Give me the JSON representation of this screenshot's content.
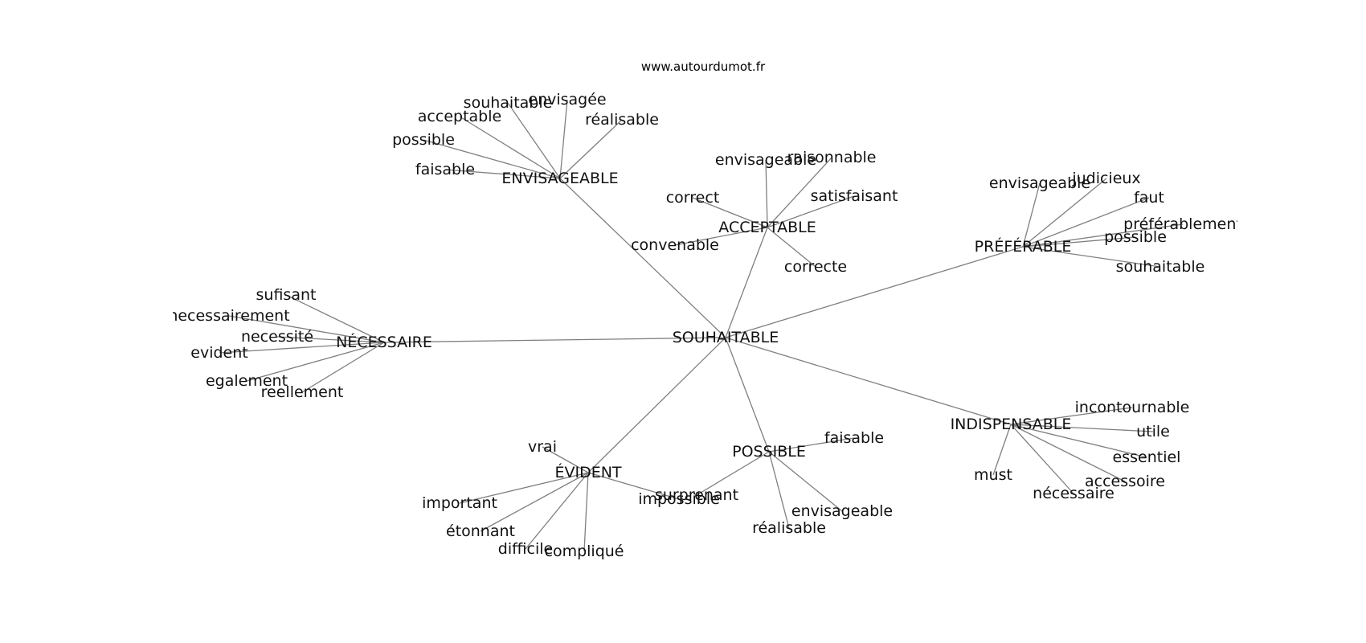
{
  "credit": "www.autourdumot.fr",
  "diagram": {
    "type": "word-association-graph",
    "nodes": [
      {
        "id": "souhaitable",
        "label": "SOUHAITABLE"
      },
      {
        "id": "envisageable_hub",
        "label": "ENVISAGEABLE"
      },
      {
        "id": "acceptable_hub",
        "label": "ACCEPTABLE"
      },
      {
        "id": "preferable_hub",
        "label": "PRÉFÉRABLE"
      },
      {
        "id": "necessaire_hub",
        "label": "NÉCESSAIRE"
      },
      {
        "id": "indispensable_hub",
        "label": "INDISPENSABLE"
      },
      {
        "id": "possible_hub",
        "label": "POSSIBLE"
      },
      {
        "id": "evident_hub",
        "label": "ÉVIDENT"
      },
      {
        "id": "env_souhaitable",
        "label": "souhaitable"
      },
      {
        "id": "env_envisagee",
        "label": "envisagée"
      },
      {
        "id": "env_acceptable",
        "label": "acceptable"
      },
      {
        "id": "env_realisable",
        "label": "réalisable"
      },
      {
        "id": "env_possible",
        "label": "possible"
      },
      {
        "id": "env_faisable",
        "label": "faisable"
      },
      {
        "id": "acc_envisageable",
        "label": "envisageable"
      },
      {
        "id": "acc_raisonnable",
        "label": "raisonnable"
      },
      {
        "id": "acc_correct",
        "label": "correct"
      },
      {
        "id": "acc_satisfaisant",
        "label": "satisfaisant"
      },
      {
        "id": "acc_convenable",
        "label": "convenable"
      },
      {
        "id": "acc_correcte",
        "label": "correcte"
      },
      {
        "id": "pre_envisageable",
        "label": "envisageable"
      },
      {
        "id": "pre_judicieux",
        "label": "judicieux"
      },
      {
        "id": "pre_faut",
        "label": "faut"
      },
      {
        "id": "pre_preferablement",
        "label": "préférablement"
      },
      {
        "id": "pre_possible",
        "label": "possible"
      },
      {
        "id": "pre_souhaitable",
        "label": "souhaitable"
      },
      {
        "id": "nec_sufisant",
        "label": "sufisant"
      },
      {
        "id": "nec_necessairement",
        "label": "necessairement"
      },
      {
        "id": "nec_necessite",
        "label": "necessité"
      },
      {
        "id": "nec_evident",
        "label": "evident"
      },
      {
        "id": "nec_egalement",
        "label": "egalement"
      },
      {
        "id": "nec_reellement",
        "label": "reellement"
      },
      {
        "id": "ind_incontournable",
        "label": "incontournable"
      },
      {
        "id": "ind_utile",
        "label": "utile"
      },
      {
        "id": "ind_essentiel",
        "label": "essentiel"
      },
      {
        "id": "ind_must",
        "label": "must"
      },
      {
        "id": "ind_accessoire",
        "label": "accessoire"
      },
      {
        "id": "ind_necessaire",
        "label": "nécessaire"
      },
      {
        "id": "pos_faisable",
        "label": "faisable"
      },
      {
        "id": "pos_surprenant",
        "label": "surprenant"
      },
      {
        "id": "pos_envisageable",
        "label": "envisageable"
      },
      {
        "id": "pos_realisable",
        "label": "réalisable"
      },
      {
        "id": "evi_vrai",
        "label": "vrai"
      },
      {
        "id": "evi_important",
        "label": "important"
      },
      {
        "id": "evi_impossible",
        "label": "impossible"
      },
      {
        "id": "evi_etonnant",
        "label": "étonnant"
      },
      {
        "id": "evi_difficile",
        "label": "difficile"
      },
      {
        "id": "evi_complique",
        "label": "compliqué"
      }
    ],
    "edges": [
      [
        "souhaitable",
        "envisageable_hub"
      ],
      [
        "souhaitable",
        "acceptable_hub"
      ],
      [
        "souhaitable",
        "preferable_hub"
      ],
      [
        "souhaitable",
        "necessaire_hub"
      ],
      [
        "souhaitable",
        "indispensable_hub"
      ],
      [
        "souhaitable",
        "possible_hub"
      ],
      [
        "souhaitable",
        "evident_hub"
      ],
      [
        "envisageable_hub",
        "env_souhaitable"
      ],
      [
        "envisageable_hub",
        "env_envisagee"
      ],
      [
        "envisageable_hub",
        "env_acceptable"
      ],
      [
        "envisageable_hub",
        "env_realisable"
      ],
      [
        "envisageable_hub",
        "env_possible"
      ],
      [
        "envisageable_hub",
        "env_faisable"
      ],
      [
        "acceptable_hub",
        "acc_envisageable"
      ],
      [
        "acceptable_hub",
        "acc_raisonnable"
      ],
      [
        "acceptable_hub",
        "acc_correct"
      ],
      [
        "acceptable_hub",
        "acc_satisfaisant"
      ],
      [
        "acceptable_hub",
        "acc_convenable"
      ],
      [
        "acceptable_hub",
        "acc_correcte"
      ],
      [
        "preferable_hub",
        "pre_envisageable"
      ],
      [
        "preferable_hub",
        "pre_judicieux"
      ],
      [
        "preferable_hub",
        "pre_faut"
      ],
      [
        "preferable_hub",
        "pre_preferablement"
      ],
      [
        "preferable_hub",
        "pre_possible"
      ],
      [
        "preferable_hub",
        "pre_souhaitable"
      ],
      [
        "necessaire_hub",
        "nec_sufisant"
      ],
      [
        "necessaire_hub",
        "nec_necessairement"
      ],
      [
        "necessaire_hub",
        "nec_necessite"
      ],
      [
        "necessaire_hub",
        "nec_evident"
      ],
      [
        "necessaire_hub",
        "nec_egalement"
      ],
      [
        "necessaire_hub",
        "nec_reellement"
      ],
      [
        "indispensable_hub",
        "ind_incontournable"
      ],
      [
        "indispensable_hub",
        "ind_utile"
      ],
      [
        "indispensable_hub",
        "ind_essentiel"
      ],
      [
        "indispensable_hub",
        "ind_must"
      ],
      [
        "indispensable_hub",
        "ind_accessoire"
      ],
      [
        "indispensable_hub",
        "ind_necessaire"
      ],
      [
        "possible_hub",
        "pos_faisable"
      ],
      [
        "possible_hub",
        "pos_surprenant"
      ],
      [
        "possible_hub",
        "pos_envisageable"
      ],
      [
        "possible_hub",
        "pos_realisable"
      ],
      [
        "evident_hub",
        "evi_vrai"
      ],
      [
        "evident_hub",
        "evi_important"
      ],
      [
        "evident_hub",
        "evi_impossible"
      ],
      [
        "evident_hub",
        "evi_etonnant"
      ],
      [
        "evident_hub",
        "evi_difficile"
      ],
      [
        "evident_hub",
        "evi_complique"
      ]
    ]
  }
}
